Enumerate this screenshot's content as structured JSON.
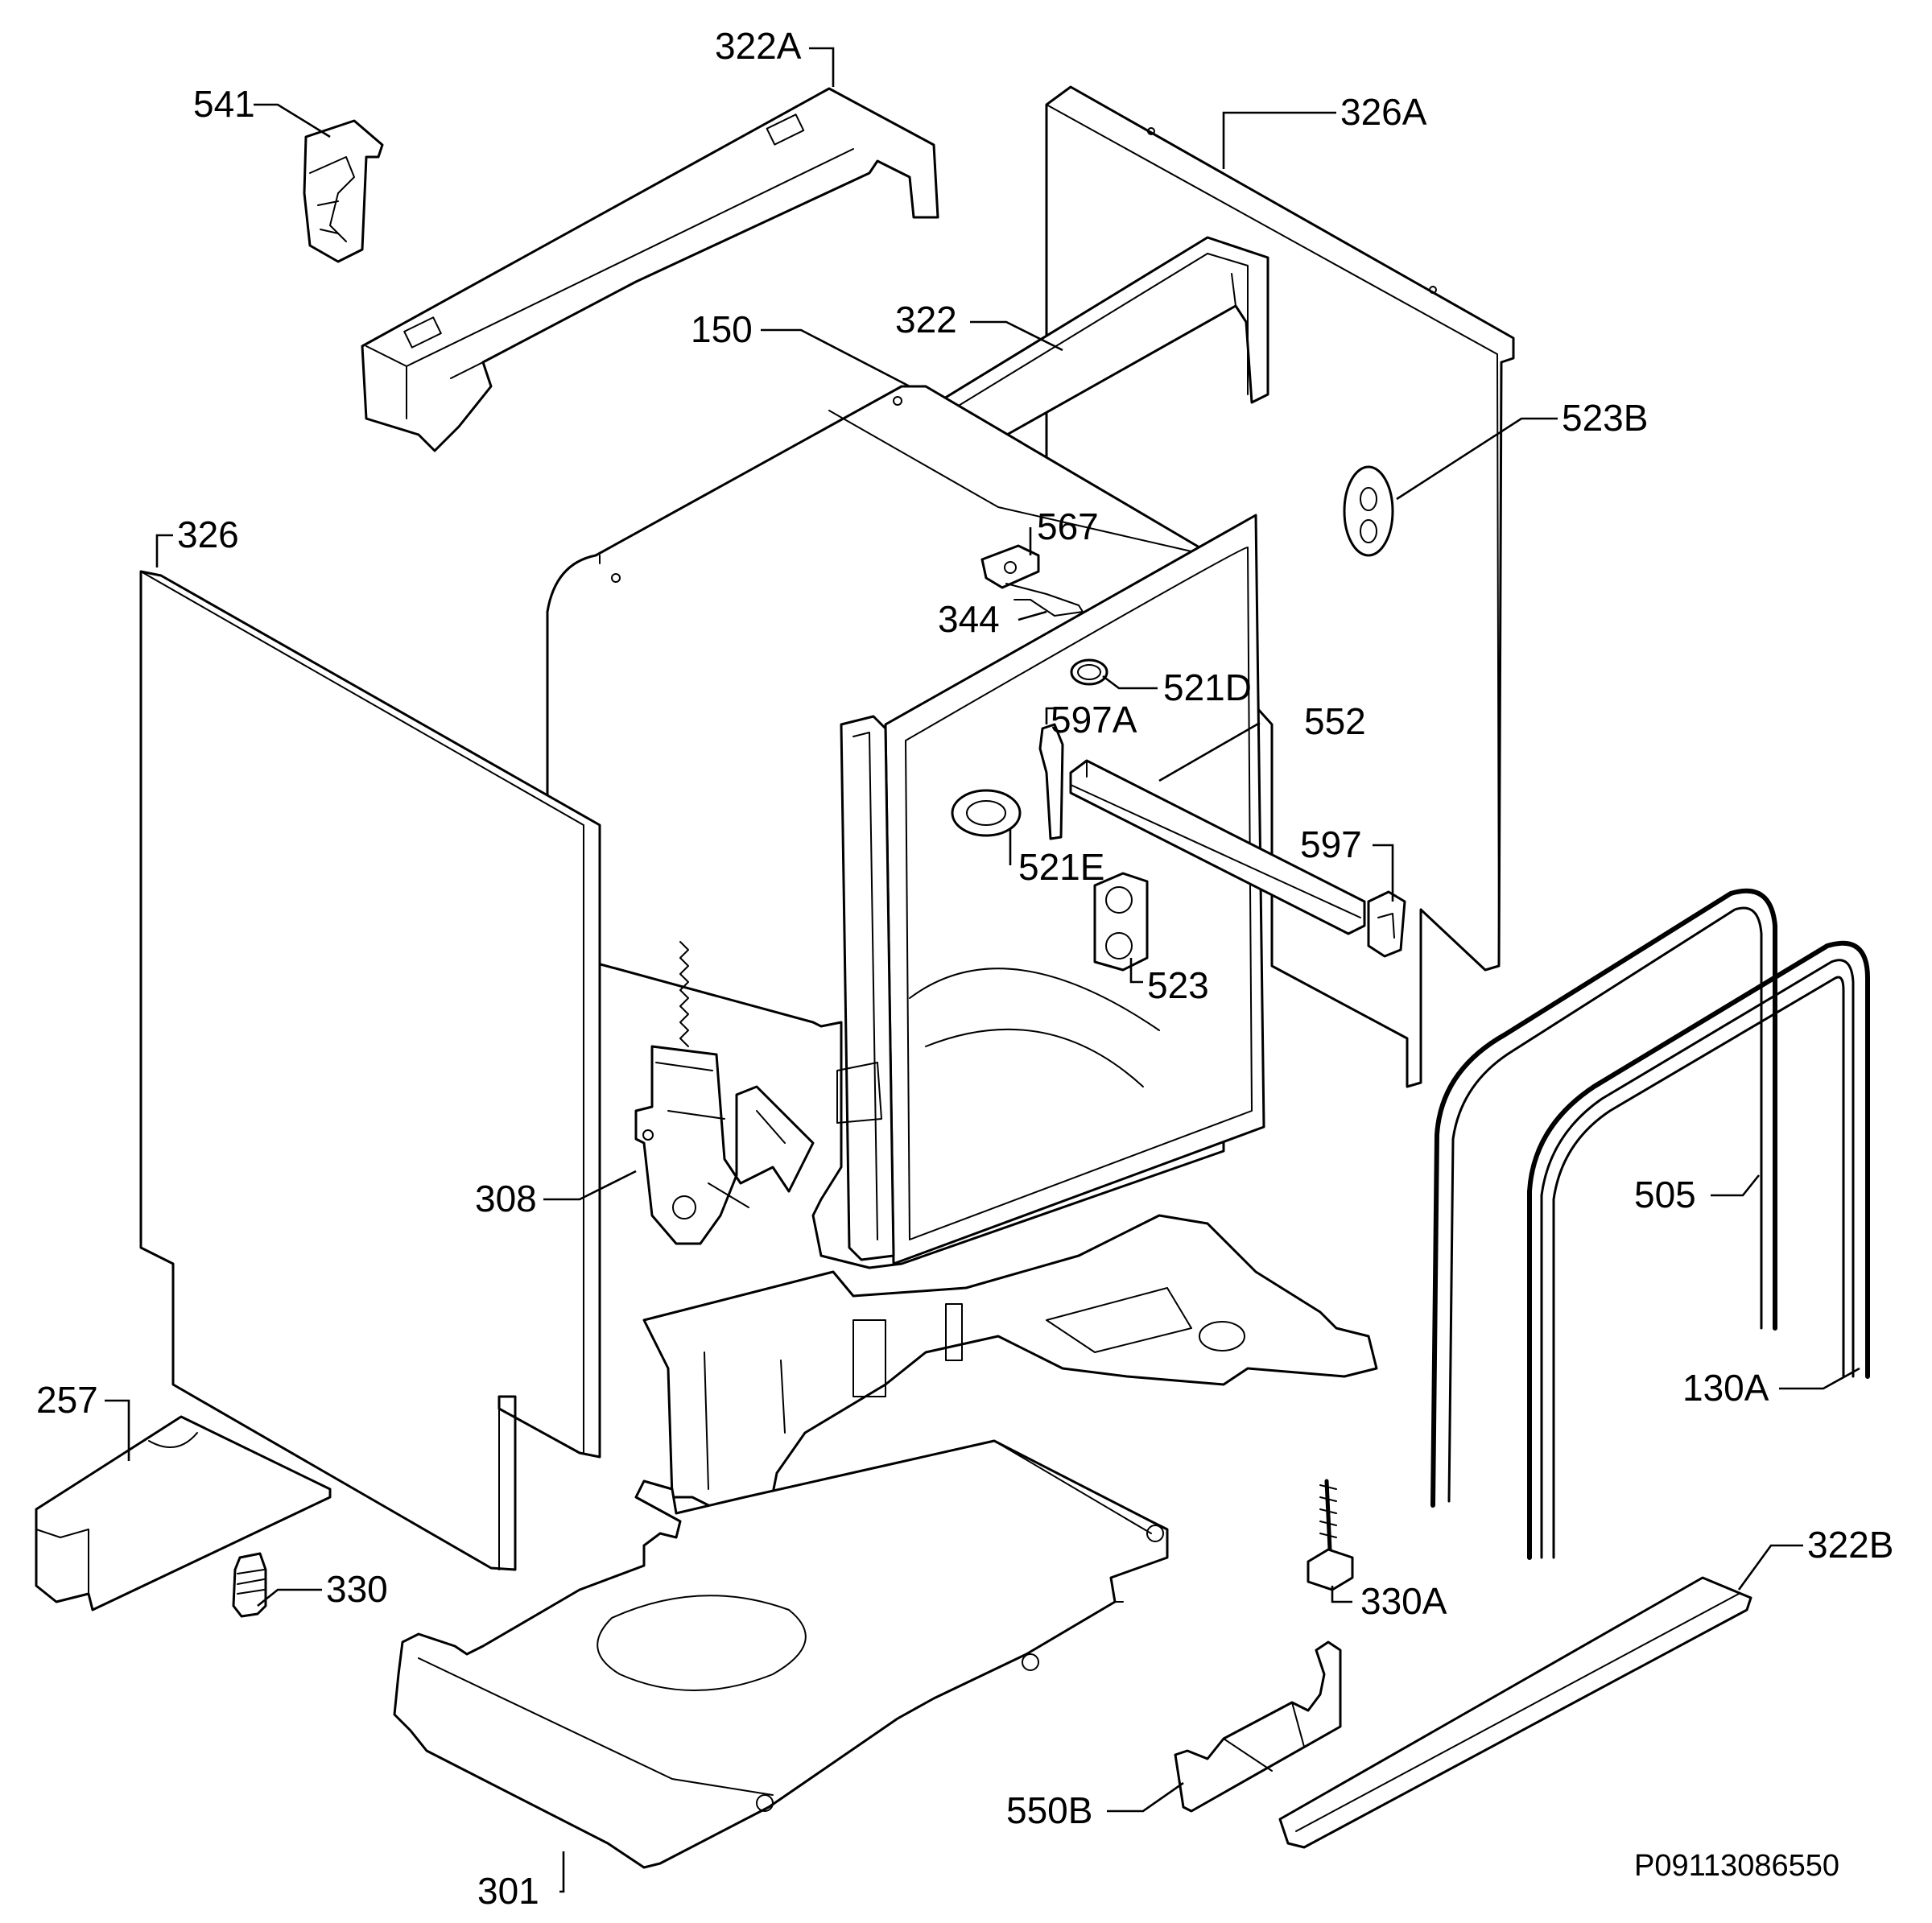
{
  "diagram": {
    "reference_code": "P09113086550",
    "colors": {
      "ink": "#000000",
      "paper": "#ffffff"
    },
    "callouts": [
      {
        "id": "c322a",
        "num": "322",
        "suffix": "A"
      },
      {
        "id": "c541",
        "num": "541",
        "suffix": ""
      },
      {
        "id": "c326a",
        "num": "326",
        "suffix": "A"
      },
      {
        "id": "c150",
        "num": "150",
        "suffix": ""
      },
      {
        "id": "c322",
        "num": "322",
        "suffix": ""
      },
      {
        "id": "c523b",
        "num": "523",
        "suffix": "B"
      },
      {
        "id": "c326",
        "num": "326",
        "suffix": ""
      },
      {
        "id": "c567",
        "num": "567",
        "suffix": ""
      },
      {
        "id": "c344",
        "num": "344",
        "suffix": ""
      },
      {
        "id": "c521d",
        "num": "521",
        "suffix": "D"
      },
      {
        "id": "c597a",
        "num": "597",
        "suffix": "A"
      },
      {
        "id": "c552",
        "num": "552",
        "suffix": ""
      },
      {
        "id": "c597",
        "num": "597",
        "suffix": ""
      },
      {
        "id": "c521e",
        "num": "521",
        "suffix": "E"
      },
      {
        "id": "c523",
        "num": "523",
        "suffix": ""
      },
      {
        "id": "c308",
        "num": "308",
        "suffix": ""
      },
      {
        "id": "c505",
        "num": "505",
        "suffix": ""
      },
      {
        "id": "c130a",
        "num": "130",
        "suffix": "A"
      },
      {
        "id": "c257",
        "num": "257",
        "suffix": ""
      },
      {
        "id": "c330",
        "num": "330",
        "suffix": ""
      },
      {
        "id": "c330a",
        "num": "330",
        "suffix": "A"
      },
      {
        "id": "c322b",
        "num": "322",
        "suffix": "B"
      },
      {
        "id": "c550b",
        "num": "550",
        "suffix": "B"
      },
      {
        "id": "c301",
        "num": "301",
        "suffix": ""
      }
    ]
  }
}
